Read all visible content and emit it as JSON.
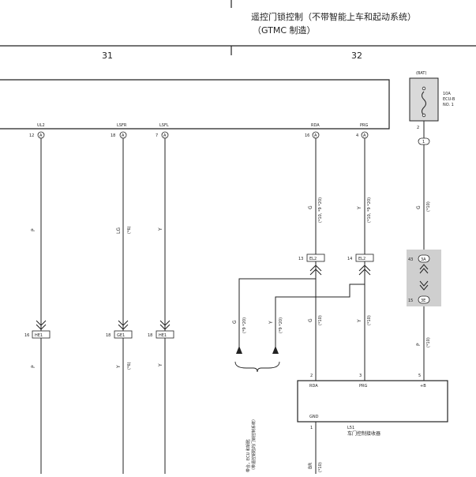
{
  "header": {
    "title": "遥控门锁控制（不带智能上车和起动系统）",
    "maker": "（GTMC 制造）",
    "col_left": "31",
    "col_right": "32"
  },
  "colors": {
    "line": "#222222",
    "fuse_fill": "#d9d9d9",
    "junction_fill": "#cfcfcf"
  },
  "ecu_pins": [
    {
      "name": "UL2",
      "num": "12",
      "conn": "A"
    },
    {
      "name": "LSFR",
      "num": "18",
      "conn": "A"
    },
    {
      "name": "LSFL",
      "num": "7",
      "conn": "A"
    },
    {
      "name": "RDA",
      "num": "16",
      "conn": "A"
    },
    {
      "name": "PRG",
      "num": "4",
      "conn": "A"
    }
  ],
  "fuse": {
    "source": "(BAT)",
    "rating": "10A",
    "name": "ECU-B",
    "no": "NO. 1",
    "pin": "2",
    "conn": "1"
  },
  "wires": {
    "ul2": "P",
    "lsfr": "LG",
    "lsfr_sub": "(*6)",
    "lsfl": "Y",
    "rda": "G",
    "rda_sub": "(*10, *9 *20)",
    "prg": "Y",
    "prg_sub": "(*10, *9 *20)",
    "bat": "G",
    "bat_sub": "(*10)",
    "ext_g": "G",
    "ext_g_sub": "(*9 *20)",
    "ext_y": "Y",
    "ext_y_sub": "(*9 *20)",
    "rda_low": "G",
    "rda_low_sub": "(*10)",
    "prg_low": "Y",
    "prg_low_sub": "(*10)",
    "lower_left_p": "P",
    "lower_lsfr": "Y",
    "lower_lsfr_sub": "(*6)",
    "lower_lsfl": "Y",
    "bat_low": "P",
    "bat_low_sub": "(*10)",
    "gnd": "BR",
    "gnd_sub": "(*10)"
  },
  "connectors": {
    "el2_rda": {
      "num": "13",
      "name": "EL2"
    },
    "el2_prg": {
      "num": "14",
      "name": "EL2"
    },
    "he1_left": {
      "num": "16",
      "name": "HE1"
    },
    "ge1": {
      "num": "18",
      "name": "GE1"
    },
    "he1_right": {
      "num": "18",
      "name": "HE1"
    },
    "jn_top": {
      "num": "43",
      "name": "3A"
    },
    "jn_bot": {
      "num": "15",
      "name": "3E"
    }
  },
  "receiver": {
    "pin_rda": "2",
    "pin_prg": "3",
    "pin_b": "5",
    "pin_gnd": "1",
    "lbl_rda": "RDA",
    "lbl_prg": "PRG",
    "lbl_b": "+B",
    "lbl_gnd": "GND",
    "code": "L51",
    "name": "车门控制接收器"
  },
  "notes": {
    "left_line1": "带合，ECU 和钥匙",
    "left_line2": "（带遥控钥匙的门锁控制系统）"
  }
}
